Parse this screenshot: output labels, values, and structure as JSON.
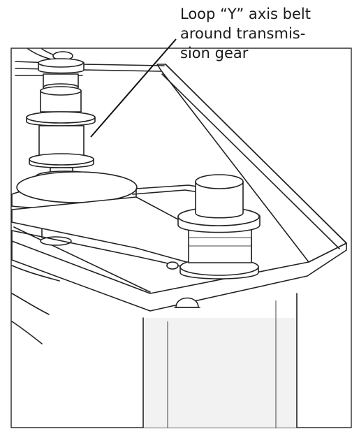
{
  "callout": {
    "lines": [
      "Loop “Y” axis belt",
      "around transmis-",
      "sion gear"
    ]
  }
}
